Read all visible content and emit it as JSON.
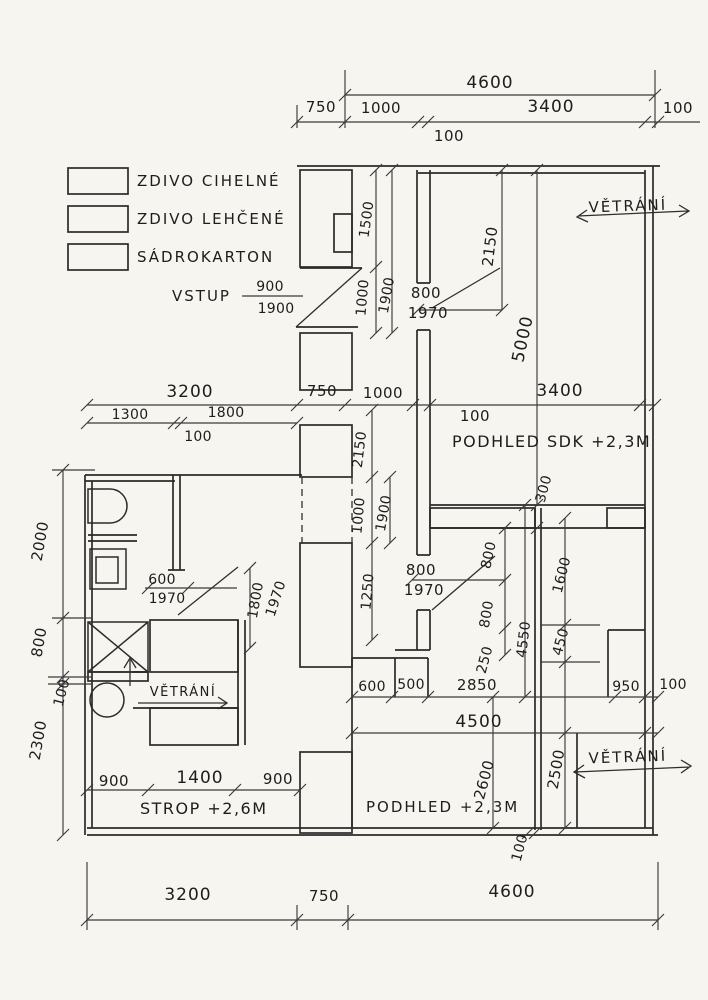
{
  "page": {
    "title": "Ruční skica půdorysu (hand-drawn floor plan sketch)"
  },
  "legend": {
    "items": [
      {
        "label": "ZDIVO CIHELNÉ",
        "pattern": "crosshatch"
      },
      {
        "label": "ZDIVO LEHČENÉ",
        "pattern": "diagonal-hatch"
      },
      {
        "label": "SÁDROKARTON",
        "pattern": "plain"
      }
    ]
  },
  "annotations": {
    "vstup": "VSTUP",
    "vstup_900": "900",
    "vstup_1900": "1900",
    "vetrani_top_right": "VĚTRÁNÍ",
    "vetrani_left": "VĚTRÁNÍ",
    "vetrani_bottom_right": "VĚTRÁNÍ",
    "podhled_sdk": "PODHLED SDK +2,3M",
    "podhled_bottom": "PODHLED +2,3M",
    "strop": "STROP +2,6M"
  },
  "dims": {
    "top_4600": "4600",
    "top_750": "750",
    "top_1000": "1000",
    "top_100_left": "100",
    "top_3400": "3400",
    "top_100_right": "100",
    "corr_1500": "1500",
    "corr_1000": "1000",
    "corr_1900": "1900",
    "door_top_800": "800",
    "door_top_1970": "1970",
    "room_2150": "2150",
    "room_5000": "5000",
    "mid_3200": "3200",
    "mid_1300": "1300",
    "mid_100": "100",
    "mid_1800": "1800",
    "mid_750": "750",
    "mid_1000": "1000",
    "mid_100_right": "100",
    "mid_3400": "3400",
    "sdk_300": "300",
    "wall_2150": "2150",
    "wall_1000": "1000",
    "wall_1900": "1900",
    "wall_1250": "1250",
    "bath_600": "600",
    "bath_1970": "1970",
    "bath_1800": "1800",
    "bath_1970b": "1970",
    "left_2000": "2000",
    "left_800": "800",
    "left_100": "100",
    "left_2300": "2300",
    "door_mid_800": "800",
    "door_mid_1970": "1970",
    "right_800a": "800",
    "right_800b": "800",
    "right_250": "250",
    "right_4550": "4550",
    "right_1600": "1600",
    "right_450": "450",
    "right_950": "950",
    "right_100": "100",
    "nook_600": "600",
    "nook_500": "500",
    "nook_2850": "2850",
    "low_4500": "4500",
    "low_2600": "2600",
    "low_2500": "2500",
    "low_100": "100",
    "bl_900a": "900",
    "bl_1400": "1400",
    "bl_900b": "900",
    "bot_3200": "3200",
    "bot_750": "750",
    "bot_4600": "4600"
  }
}
